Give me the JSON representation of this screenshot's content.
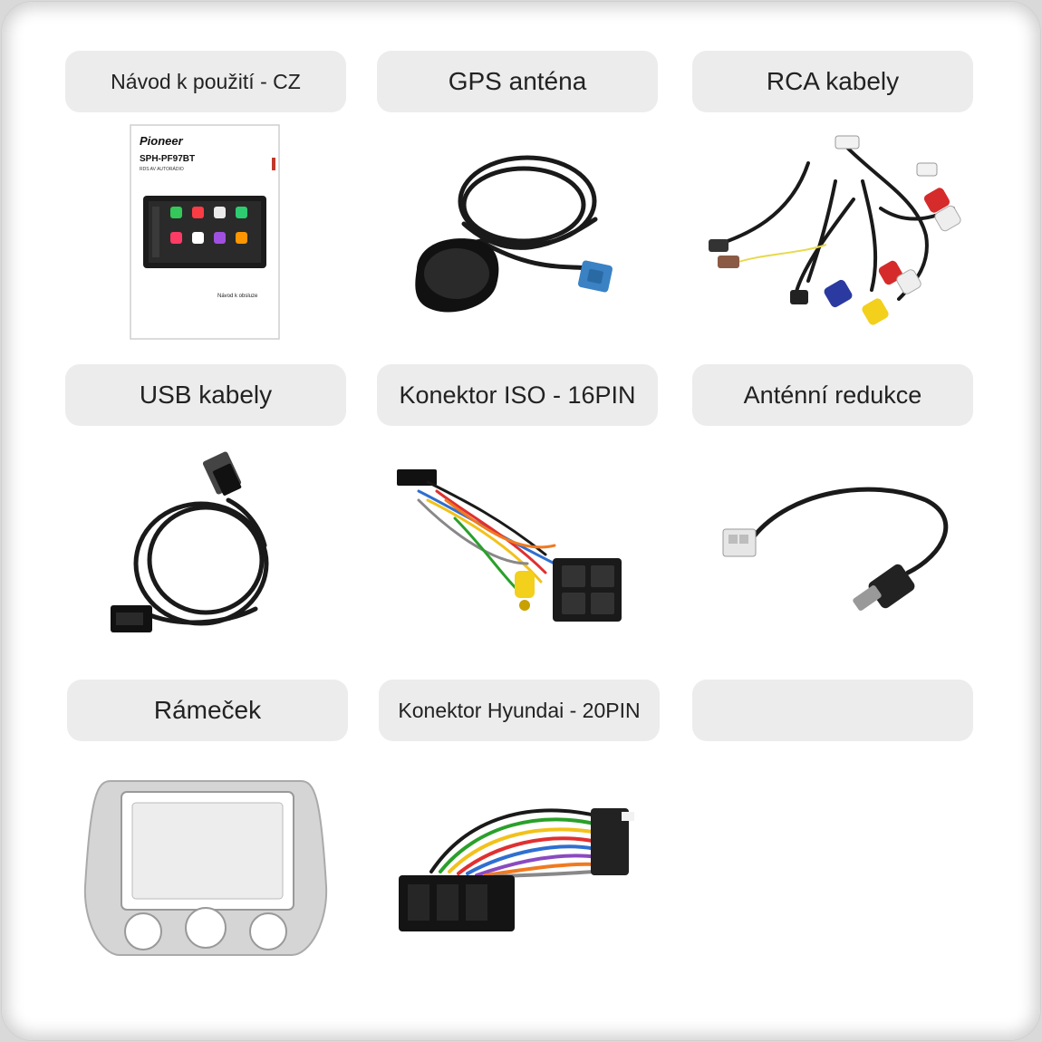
{
  "items": [
    {
      "label": "Návod k použití - CZ",
      "icon": "manual-booklet-icon"
    },
    {
      "label": "GPS anténa",
      "icon": "gps-antenna-icon"
    },
    {
      "label": "RCA kabely",
      "icon": "rca-cables-icon"
    },
    {
      "label": "USB kabely",
      "icon": "usb-cable-icon"
    },
    {
      "label": "Konektor ISO - 16PIN",
      "icon": "iso-connector-icon"
    },
    {
      "label": "Anténní redukce",
      "icon": "antenna-adapter-icon"
    },
    {
      "label": "Rámeček",
      "icon": "dash-frame-icon"
    },
    {
      "label": "Konektor Hyundai - 20PIN",
      "icon": "hyundai-connector-icon"
    },
    {
      "label": "",
      "icon": ""
    }
  ],
  "manual": {
    "brand": "Pioneer",
    "model": "SPH-PF97BT",
    "subtitle": "RDS AV AUTORÁDIO",
    "footer": "Návod k obsluze"
  },
  "colors": {
    "label_bg": "#ececec",
    "card_bg": "#ffffff",
    "outer_bg": "#d9d9d9"
  }
}
